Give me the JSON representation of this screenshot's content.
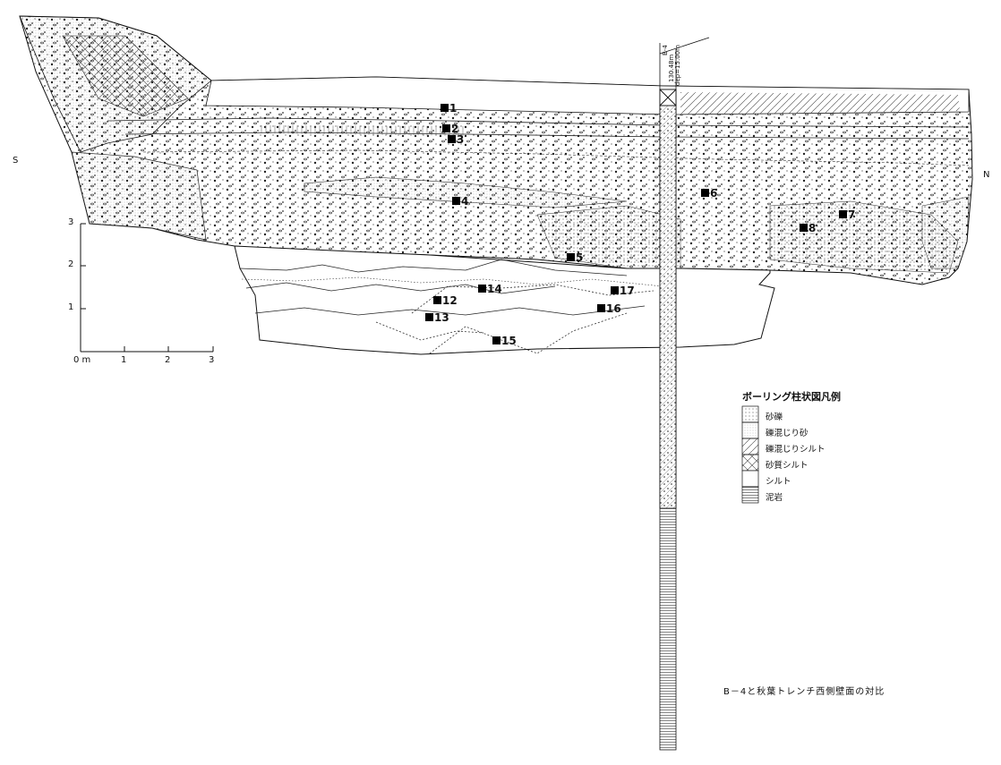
{
  "orientation": {
    "south": "S",
    "north": "N"
  },
  "scale": {
    "vertical_ticks": [
      "3",
      "2",
      "1"
    ],
    "horizontal_ticks": [
      "0 m",
      "1",
      "2",
      "3"
    ]
  },
  "borehole": {
    "name": "B-4",
    "elevation": "130.48m",
    "depth": "dep=15.00m"
  },
  "samples": [
    {
      "label": "1"
    },
    {
      "label": "2"
    },
    {
      "label": "3"
    },
    {
      "label": "4"
    },
    {
      "label": "5"
    },
    {
      "label": "6"
    },
    {
      "label": "7"
    },
    {
      "label": "8"
    },
    {
      "label": "12"
    },
    {
      "label": "13"
    },
    {
      "label": "14"
    },
    {
      "label": "15"
    },
    {
      "label": "16"
    },
    {
      "label": "17"
    }
  ],
  "legend": {
    "title": "ボーリング柱状図凡例",
    "items": [
      {
        "label": "砂礫",
        "pattern": "dots"
      },
      {
        "label": "礫混じり砂",
        "pattern": "fine-dots"
      },
      {
        "label": "礫混じりシルト",
        "pattern": "diagonal"
      },
      {
        "label": "砂質シルト",
        "pattern": "cross-dots"
      },
      {
        "label": "シルト",
        "pattern": "light"
      },
      {
        "label": "泥岩",
        "pattern": "horizontal"
      }
    ]
  },
  "caption": "B－4と秋葉トレンチ西側壁面の対比"
}
